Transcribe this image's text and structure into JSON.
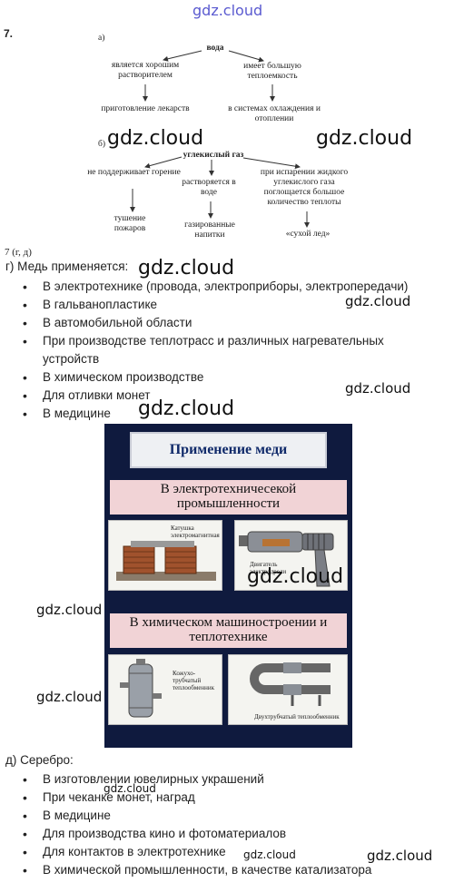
{
  "watermark": "gdz.cloud",
  "task_number": "7.",
  "diagram_a": {
    "label": "а)",
    "root": "вода",
    "left": "является хорошим растворителем",
    "left_result": "приготовление лекарств",
    "right": "имеет большую теплоемкость",
    "right_result": "в системах охлаждения и отоплении"
  },
  "diagram_b": {
    "label": "б)",
    "root": "углекислый газ",
    "left": "не поддерживает горение",
    "left_result": "тушение пожаров",
    "middle": "растворяется в воде",
    "middle_result": "газированные напитки",
    "right": "при испарении жидкого углекислого газа поглощается большое количество теплоты",
    "right_result": "«сухой лед»"
  },
  "section_ref": "7 (г, д)",
  "copper": {
    "heading": "г) Медь применяется:",
    "items": [
      "В электротехнике (провода, электроприборы, электропередачи)",
      "В гальванопластике",
      "В автомобильной области",
      "При производстве теплотрасс и различных нагревательных устройств",
      "В химическом производстве",
      "Для отливки монет",
      "В медицине"
    ]
  },
  "poster": {
    "title": "Применение меди",
    "band1": "В электротехничесекой промышленности",
    "photo1_label": "Катушка электромагнитная",
    "photo2_label": "Двигатель электродрели",
    "band2": "В химическом машиностроении и теплотехнике",
    "photo3_label": "Кожухо-трубчатый теплообменник",
    "photo4_label": "Двухтрубчатый теплообменник"
  },
  "silver": {
    "heading": "д) Серебро:",
    "items": [
      "В изготовлении ювелирных украшений",
      "При чеканке монет, наград",
      "В медицине",
      "Для производства кино и фотоматериалов",
      "Для контактов в электротехнике",
      "В химической промышленности, в качестве катализатора"
    ]
  },
  "colors": {
    "poster_bg": "#0f1a3e",
    "poster_band": "#f1d3d6",
    "watermark_top": "#5a5ad0"
  }
}
